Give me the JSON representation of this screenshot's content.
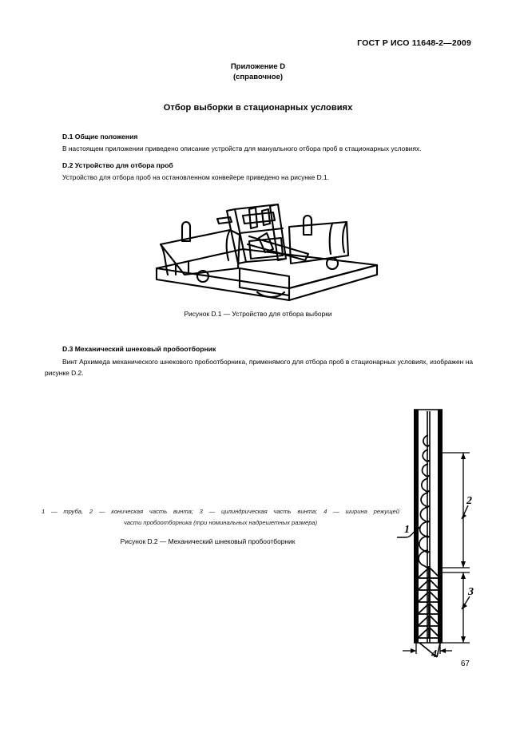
{
  "header": {
    "standard": "ГОСТ Р ИСО 11648-2—2009"
  },
  "annex": {
    "title": "Приложение D",
    "subtitle": "(справочное)"
  },
  "doc_title": "Отбор выборки в стационарных условиях",
  "sections": [
    {
      "number_title": "D.1 Общие положения",
      "body": "В настоящем приложении приведено описание устройств для мануального отбора проб в стационарных условиях."
    },
    {
      "number_title": "D.2 Устройство для отбора проб",
      "body": "Устройство для отбора проб на остановленном конвейере приведено на рисунке D.1."
    },
    {
      "number_title": "D.3 Механический шнековый пробоотборник",
      "body": "Винт Архимеда механического шнекового пробоотборника, применямого для отбора проб в стационарных условиях, изображен на рисунке D.2."
    }
  ],
  "figures": [
    {
      "id": "figure-d1",
      "caption": "Рисунок D.1 — Устройство для отбора выборки",
      "description": "Изометрический чертёж устройства для отбора проб на остановленном конвейере"
    },
    {
      "id": "figure-d2",
      "caption": "Рисунок D.2 — Механический шнековый пробоотборник",
      "description": "Вертикальный шнековый пробоотборник — труба с винтом Архимеда",
      "key_line_1": "1 — труба,  2 — коническая  часть  винта;  3 —  цилиндрическая часть винта;  4 — ширина  режущей",
      "key_line_2": "части пробоотборника (три номинальных надрешетных размера)",
      "callouts": [
        {
          "label": "1",
          "meaning": "труба"
        },
        {
          "label": "2",
          "meaning": "коническая часть винта"
        },
        {
          "label": "3",
          "meaning": "цилиндрическая часть винта"
        },
        {
          "label": "4",
          "meaning": "ширина режущей части пробоотборника"
        }
      ]
    }
  ],
  "page_number": "67",
  "colors": {
    "ink": "#000000",
    "paper": "#ffffff"
  }
}
